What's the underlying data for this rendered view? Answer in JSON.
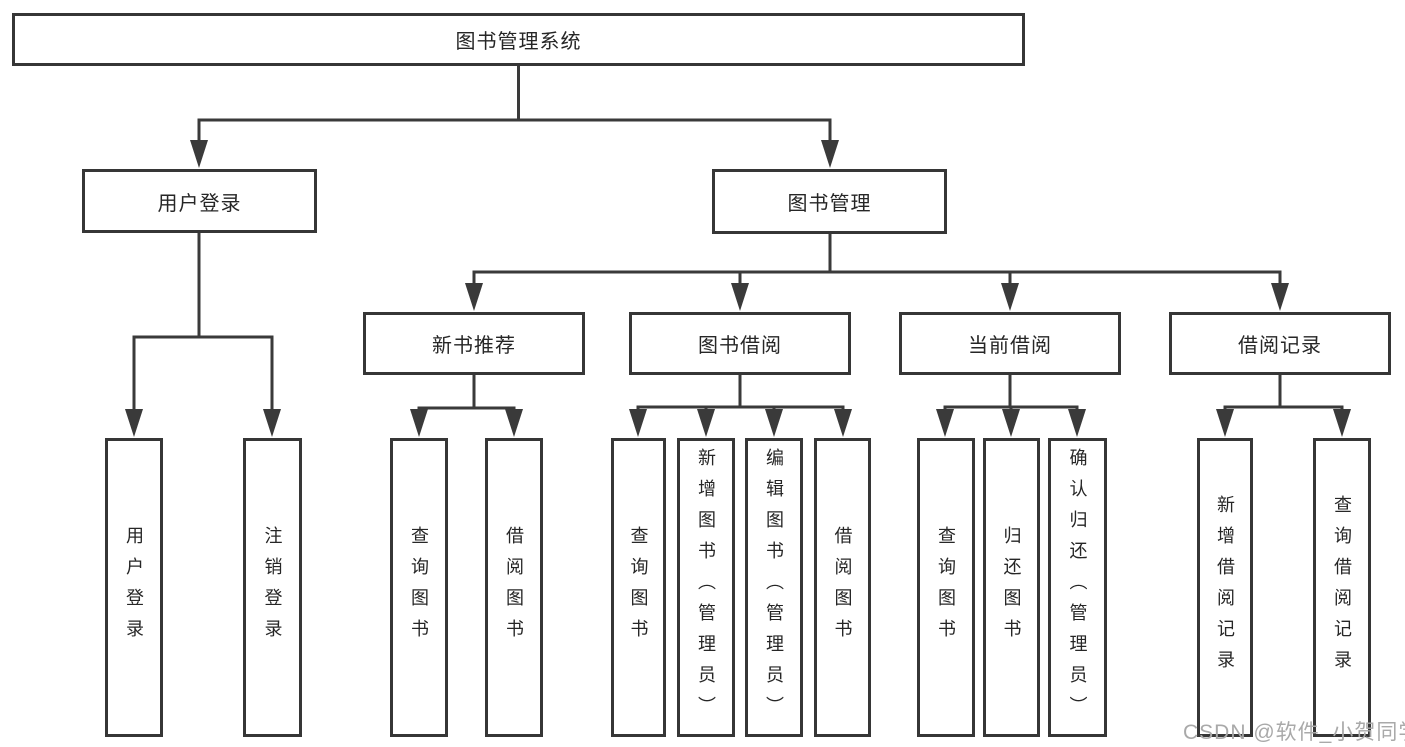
{
  "diagram": {
    "title": "图书管理系统",
    "root": {
      "label": "图书管理系统"
    },
    "level2": {
      "user_login": {
        "label": "用户登录"
      },
      "book_management": {
        "label": "图书管理"
      }
    },
    "level3": {
      "new_book_recommend": {
        "label": "新书推荐"
      },
      "book_borrow": {
        "label": "图书借阅"
      },
      "current_borrow": {
        "label": "当前借阅"
      },
      "borrow_records": {
        "label": "借阅记录"
      }
    },
    "leaves": {
      "user_login": [
        "用户登录",
        "注销登录"
      ],
      "new_book_recommend": [
        "查询图书",
        "借阅图书"
      ],
      "book_borrow": [
        "查询图书",
        "新增图书（管理员）",
        "编辑图书（管理员）",
        "借阅图书"
      ],
      "current_borrow": [
        "查询图书",
        "归还图书",
        "确认归还（管理员）"
      ],
      "borrow_records": [
        "新增借阅记录",
        "查询借阅记录"
      ]
    }
  },
  "watermark": "CSDN @软件_小贺同学",
  "colors": {
    "line": "#3a3a3a",
    "box_border": "#363636",
    "text": "#262626",
    "watermark_text": "#a9a9a9",
    "background": "#ffffff"
  }
}
